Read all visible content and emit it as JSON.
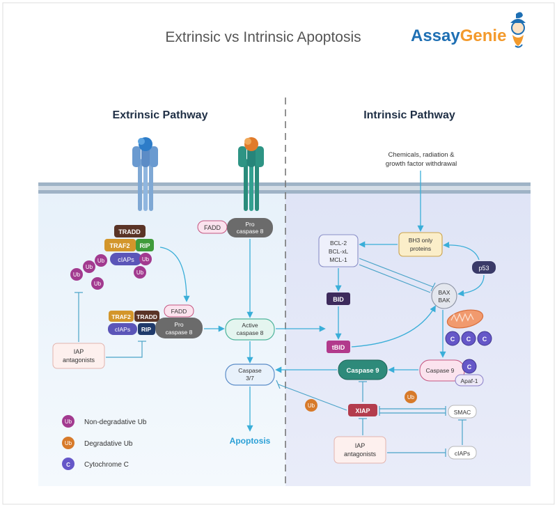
{
  "title": "Extrinsic vs Intrinsic Apoptosis",
  "brand": {
    "part1": "Assay",
    "part2": "Genie"
  },
  "colors": {
    "brand_blue": "#1e6fb3",
    "brand_orange": "#f39a2c",
    "arrow": "#3aaed8",
    "inhibit": "#4aa3c8",
    "ub_nondeg": "#a23a8f",
    "ub_deg": "#d77a2a",
    "cytc": "#6557c8"
  },
  "extrinsic": {
    "heading": "Extrinsic Pathway",
    "tradd": "TRADD",
    "traf2": "TRAF2",
    "rip": "RIP",
    "ciaps": "cIAPs",
    "ub": "Ub",
    "fadd": "FADD",
    "pro_caspase8": [
      "Pro",
      "caspase 8"
    ],
    "active_caspase8": [
      "Active",
      "caspase 8"
    ],
    "caspase37": [
      "Caspase",
      "3/7"
    ],
    "apoptosis": "Apoptosis",
    "iap_antagonists": [
      "IAP",
      "antagonists"
    ]
  },
  "intrinsic": {
    "heading": "Intrinsic Pathway",
    "stimulus": [
      "Chemicals, radiation &",
      "growth factor withdrawal"
    ],
    "bcl": [
      "BCL-2",
      "BCL-xL",
      "MCL-1"
    ],
    "bh3": [
      "BH3 only",
      "proteins"
    ],
    "p53": "p53",
    "bax_bak": [
      "BAX",
      "BAK"
    ],
    "bid": "BID",
    "tbid": "tBID",
    "cyt_c": "C",
    "caspase9": "Caspase 9",
    "caspase9_complex": "Caspase 9",
    "apaf1": "Apaf-1",
    "xiap": "XIAP",
    "ub": "Ub",
    "smac": "SMAC",
    "ciaps": "cIAPs",
    "iap_antagonists": [
      "IAP",
      "antagonists"
    ]
  },
  "legend": [
    {
      "symbol": "Ub",
      "label": "Non-degradative Ub",
      "color": "#a23a8f"
    },
    {
      "symbol": "Ub",
      "label": "Degradative Ub",
      "color": "#d77a2a"
    },
    {
      "symbol": "C",
      "label": "Cytochrome C",
      "color": "#6557c8"
    }
  ]
}
